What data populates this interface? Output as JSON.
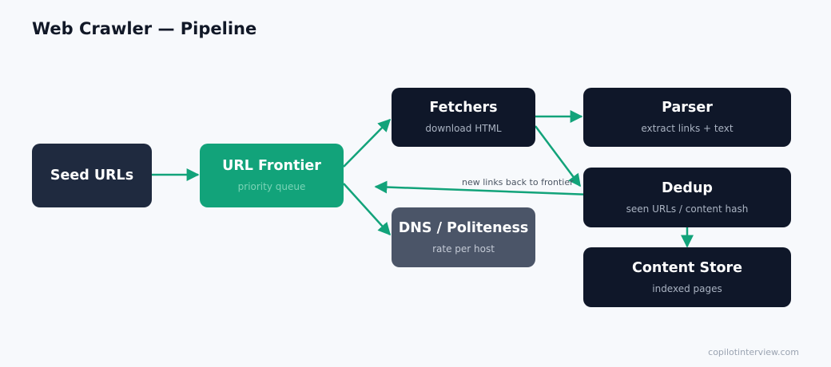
{
  "title": "Web Crawler — Pipeline",
  "nodes": {
    "seed": {
      "label": "Seed URLs"
    },
    "frontier": {
      "label": "URL Frontier",
      "sub": "priority queue"
    },
    "fetchers": {
      "label": "Fetchers",
      "sub": "download HTML"
    },
    "dns": {
      "label": "DNS / Politeness",
      "sub": "rate per host"
    },
    "parser": {
      "label": "Parser",
      "sub": "extract links + text"
    },
    "dedup": {
      "label": "Dedup",
      "sub": "seen URLs / content hash"
    },
    "store": {
      "label": "Content Store",
      "sub": "indexed pages"
    }
  },
  "edges": {
    "feedback_label": "new links back to frontier"
  },
  "colors": {
    "arrow": "#12a37a",
    "node_dark": "#0f1729",
    "node_seed": "#1f2a3f",
    "node_frontier": "#12a37a",
    "node_dns": "#4b5568"
  },
  "footer": "copilotinterview.com"
}
